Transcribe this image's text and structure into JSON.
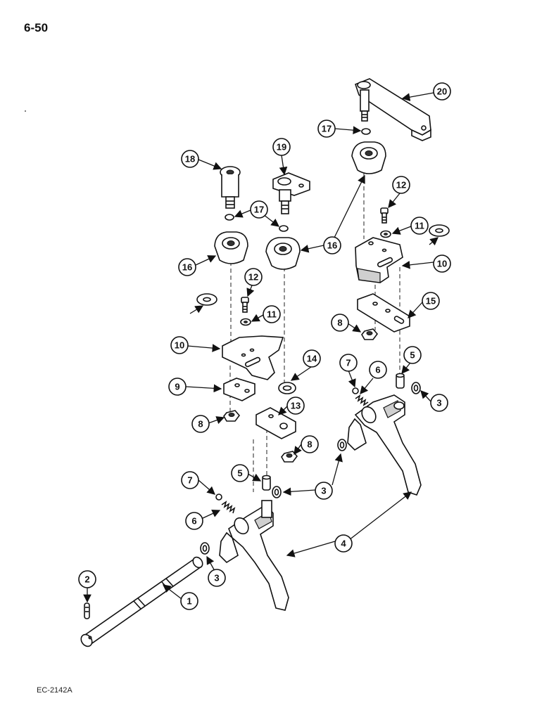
{
  "page": {
    "number": "6-50",
    "figure_code": "EC-2142A"
  },
  "callouts": [
    "1",
    "2",
    "3",
    "4",
    "5",
    "6",
    "7",
    "8",
    "9",
    "10",
    "11",
    "12",
    "13",
    "14",
    "15",
    "16",
    "17",
    "18",
    "19",
    "20"
  ]
}
